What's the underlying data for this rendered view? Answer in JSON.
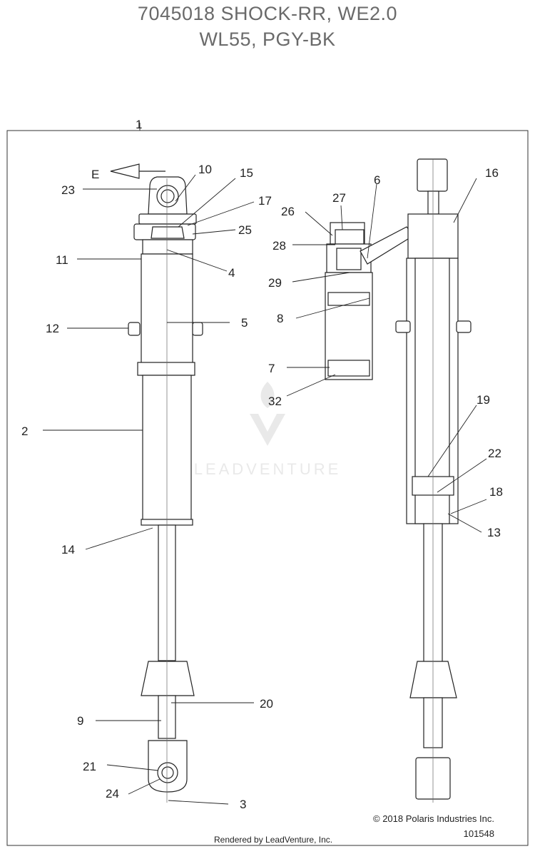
{
  "title": {
    "line1": "7045018 SHOCK-RR, WE2.0",
    "line2": "WL55, PGY-BK"
  },
  "direction_marker": "E",
  "callouts": {
    "c1": "1",
    "c2": "2",
    "c3": "3",
    "c4": "4",
    "c5": "5",
    "c6": "6",
    "c7": "7",
    "c8": "8",
    "c9": "9",
    "c10": "10",
    "c11": "11",
    "c12": "12",
    "c13": "13",
    "c14": "14",
    "c15": "15",
    "c16": "16",
    "c17": "17",
    "c18": "18",
    "c19": "19",
    "c20": "20",
    "c21": "21",
    "c22": "22",
    "c23": "23",
    "c24": "24",
    "c25": "25",
    "c26": "26",
    "c27": "27",
    "c28": "28",
    "c29": "29",
    "c32": "32"
  },
  "watermark": "LEADVENTURE",
  "footer": {
    "copyright": "© 2018 Polaris Industries Inc.",
    "drawing_number": "101548",
    "rendered_by": "Rendered by LeadVenture, Inc."
  }
}
